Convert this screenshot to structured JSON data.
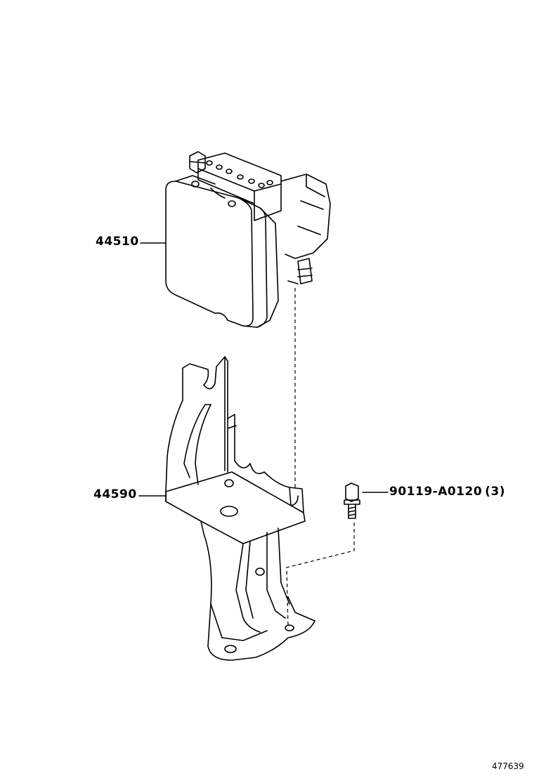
{
  "parts": {
    "abs_actuator": {
      "number": "44510"
    },
    "bracket": {
      "number": "44590"
    },
    "bolt": {
      "number": "90119-A0120",
      "quantity": "(3)"
    }
  },
  "illustration_ref": "477639",
  "colors": {
    "line": "#000000",
    "background": "#ffffff"
  }
}
